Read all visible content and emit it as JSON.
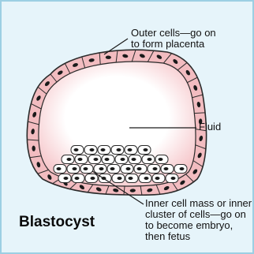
{
  "labels": {
    "outer_cells": [
      "Outer cells—go on",
      "to form placenta"
    ],
    "fluid": "Fluid",
    "inner_cell_mass": [
      "Inner cell mass or inner",
      "cluster of cells—go on",
      "to become embryo,",
      "then fetus"
    ],
    "title": "Blastocyst"
  },
  "colors": {
    "background": "#e6f4fa",
    "frame_border": "#9ccfe3",
    "outer_cell": "#f2bcc0",
    "cavity_rim": "#f6c6ca",
    "cavity_center": "#ffffff",
    "inner_cell": "#ffffff",
    "outline": "#2a2a2a",
    "nucleus": "#1a1a1a"
  }
}
